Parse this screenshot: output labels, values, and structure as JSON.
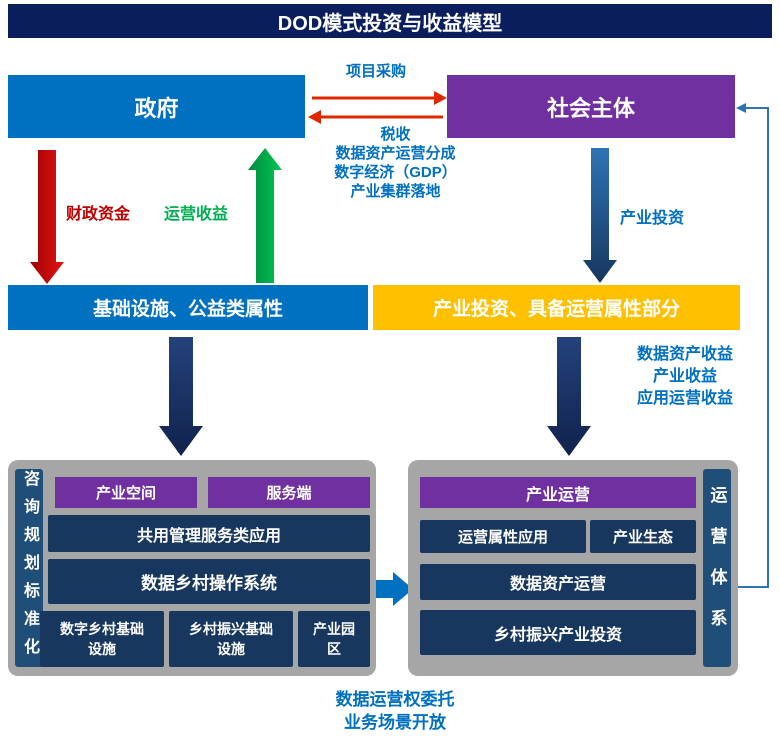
{
  "title": "DOD模式投资与收益模型",
  "colors": {
    "header_navy": "#0A1E5E",
    "blue": "#0070C0",
    "purple": "#7030A0",
    "navy_box": "#17375E",
    "sidebar_navy": "#1F4E79",
    "orange": "#FFC000",
    "gray": "#A6A6A6",
    "red": "#C00000",
    "green": "#00B050"
  },
  "nodes": {
    "government": "政府",
    "social_entity": "社会主体",
    "public_infrastructure": "基础设施、公益类属性",
    "operational_part": "产业投资、具备运营属性部分"
  },
  "labels": {
    "project_procurement": "项目采购",
    "return_lines": [
      "税收",
      "数据资产运营分成",
      "数字经济（GDP）",
      "产业集群落地"
    ],
    "fiscal_funds": "财政资金",
    "operating_income": "运营收益",
    "industry_investment": "产业投资",
    "revenue_lines": [
      "数据资产收益",
      "产业收益",
      "应用运营收益"
    ],
    "delegation_lines": [
      "数据运营权委托",
      "业务场景开放"
    ]
  },
  "left_cluster": {
    "side_label": "咨询规划标准化",
    "boxes": {
      "industry_space": "产业空间",
      "service_side": "服务端",
      "shared_services": "共用管理服务类应用",
      "village_os": "数据乡村操作系统",
      "digital_village_infra": "数字乡村基础设施",
      "revitalization_infra": "乡村振兴基础设施",
      "industry_park": "产业园区"
    }
  },
  "right_cluster": {
    "side_label": "运营体系",
    "boxes": {
      "industry_operation": "产业运营",
      "operational_apps": "运营属性应用",
      "industry_ecosystem": "产业生态",
      "data_asset_operation": "数据资产运营",
      "revitalization_investment": "乡村振兴产业投资"
    }
  }
}
